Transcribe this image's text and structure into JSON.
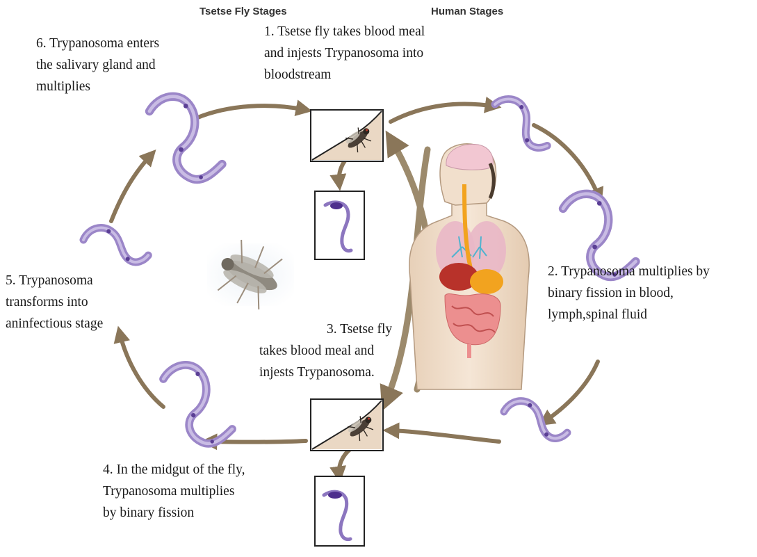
{
  "headers": {
    "tsetse": "Tsetse Fly Stages",
    "human": "Human Stages"
  },
  "steps": [
    {
      "lines": [
        "1. Tsetse fly takes blood meal",
        "and injests Trypanosoma into",
        "bloodstream"
      ]
    },
    {
      "lines": [
        "2. Trypanosoma  multiplies by",
        "binary fission in blood,",
        "lymph,spinal fluid"
      ]
    },
    {
      "lines": [
        "3. Tsetse fly",
        "takes blood meal and",
        "injests Trypanosoma."
      ]
    },
    {
      "lines": [
        "4. In the midgut of the fly,",
        "Trypanosoma multiplies",
        "by binary fission"
      ]
    },
    {
      "lines": [
        "5. Trypanosoma",
        "transforms into",
        "aninfectious stage"
      ]
    },
    {
      "lines": [
        "6. Trypanosoma enters",
        "the salivary gland and",
        "multiplies"
      ]
    }
  ],
  "colors": {
    "arrow": "#8a7659",
    "parasite": "#9b86c8",
    "parasite_dark": "#5b3f95",
    "skin": "#f1dfcc"
  }
}
